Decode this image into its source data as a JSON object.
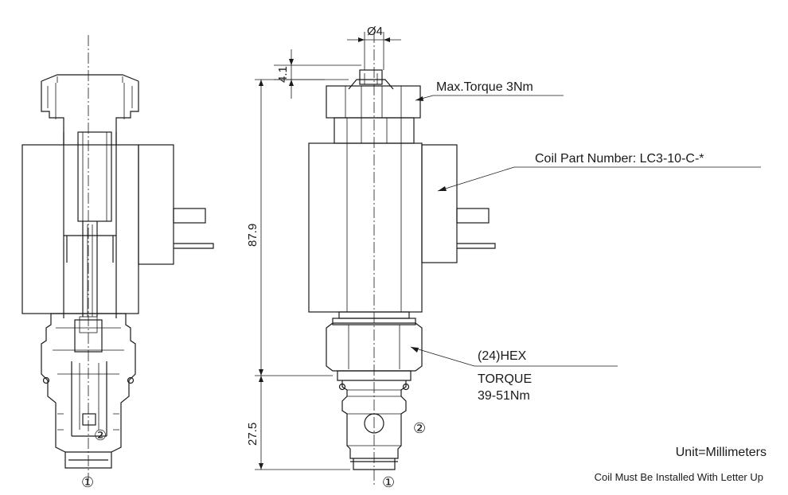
{
  "dimensions": {
    "stem_diameter": "Ø4",
    "stem_height": "4.1",
    "body_length": "87.9",
    "cartridge_length": "27.5"
  },
  "callouts": {
    "max_torque": "Max.Torque 3Nm",
    "coil_part": "Coil Part Number: LC3-10-C-*",
    "hex_size": "(24)HEX",
    "torque_label": "TORQUE",
    "torque_range": "39-51Nm"
  },
  "ports": {
    "port1": "①",
    "port2": "②"
  },
  "notes": {
    "unit": "Unit=Millimeters",
    "coil_note": "Coil Must Be Installed With Letter Up"
  }
}
